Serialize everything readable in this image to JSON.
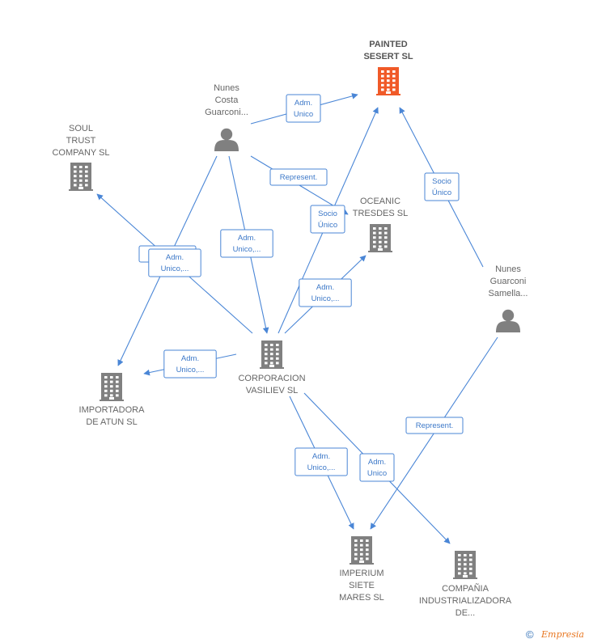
{
  "nodes": [
    {
      "id": "painted",
      "kind": "company",
      "highlight": true,
      "label": [
        "PAINTED",
        "SESERT SL"
      ]
    },
    {
      "id": "nunes_costa",
      "kind": "person",
      "label": [
        "Nunes",
        "Costa",
        "Guarconi..."
      ]
    },
    {
      "id": "soul_trust",
      "kind": "company",
      "label": [
        "SOUL",
        "TRUST",
        "COMPANY SL"
      ]
    },
    {
      "id": "oceanic",
      "kind": "company",
      "label": [
        "OCEANIC",
        "TRESDES SL"
      ]
    },
    {
      "id": "nunes_guarconi",
      "kind": "person",
      "label": [
        "Nunes",
        "Guarconi",
        "Samella..."
      ]
    },
    {
      "id": "corporacion",
      "kind": "company",
      "label": [
        "CORPORACION",
        "VASILIEV SL"
      ]
    },
    {
      "id": "importadora",
      "kind": "company",
      "label": [
        "IMPORTADORA",
        "DE ATUN SL"
      ]
    },
    {
      "id": "imperium",
      "kind": "company",
      "label": [
        "IMPERIUM",
        "SIETE",
        "MARES SL"
      ]
    },
    {
      "id": "compania",
      "kind": "company",
      "label": [
        "COMPAÑIA",
        "INDUSTRIALIZADORA",
        "DE..."
      ]
    }
  ],
  "edges": [
    {
      "id": "e1",
      "from": "nunes_costa",
      "to": "painted",
      "label": [
        "Adm.",
        "Unico"
      ]
    },
    {
      "id": "e2",
      "from": "nunes_costa",
      "to": "oceanic",
      "label": [
        "Represent."
      ]
    },
    {
      "id": "e3",
      "from": "nunes_costa",
      "to": "corporacion",
      "label": [
        "Adm.",
        "Unico,..."
      ]
    },
    {
      "id": "e4",
      "from": "nunes_costa",
      "to": "importadora",
      "label": [
        "Represent."
      ]
    },
    {
      "id": "e5",
      "from": "corporacion",
      "to": "soul_trust",
      "label": [
        "Adm.",
        "Unico,..."
      ]
    },
    {
      "id": "e6",
      "from": "corporacion",
      "to": "painted",
      "label": [
        "Socio",
        "Único"
      ]
    },
    {
      "id": "e7",
      "from": "corporacion",
      "to": "oceanic",
      "label": [
        "Adm.",
        "Unico,..."
      ]
    },
    {
      "id": "e8",
      "from": "corporacion",
      "to": "importadora",
      "label": [
        "Adm.",
        "Unico,..."
      ]
    },
    {
      "id": "e9",
      "from": "corporacion",
      "to": "imperium",
      "label": [
        "Adm.",
        "Unico,..."
      ]
    },
    {
      "id": "e10",
      "from": "corporacion",
      "to": "compania",
      "label": [
        "Adm.",
        "Unico"
      ]
    },
    {
      "id": "e11",
      "from": "nunes_guarconi",
      "to": "painted",
      "label": [
        "Socio",
        "Único"
      ]
    },
    {
      "id": "e12",
      "from": "nunes_guarconi",
      "to": "imperium",
      "label": [
        "Represent."
      ]
    }
  ],
  "colors": {
    "edge": "#4a86d6",
    "edge_label_text": "#3c78c8",
    "node_icon": "#808080",
    "highlight_icon": "#f05a28"
  },
  "icons": {
    "company": "building-icon",
    "person": "person-icon"
  },
  "footer": {
    "copyright_symbol": "©",
    "brand": "Empresia"
  }
}
